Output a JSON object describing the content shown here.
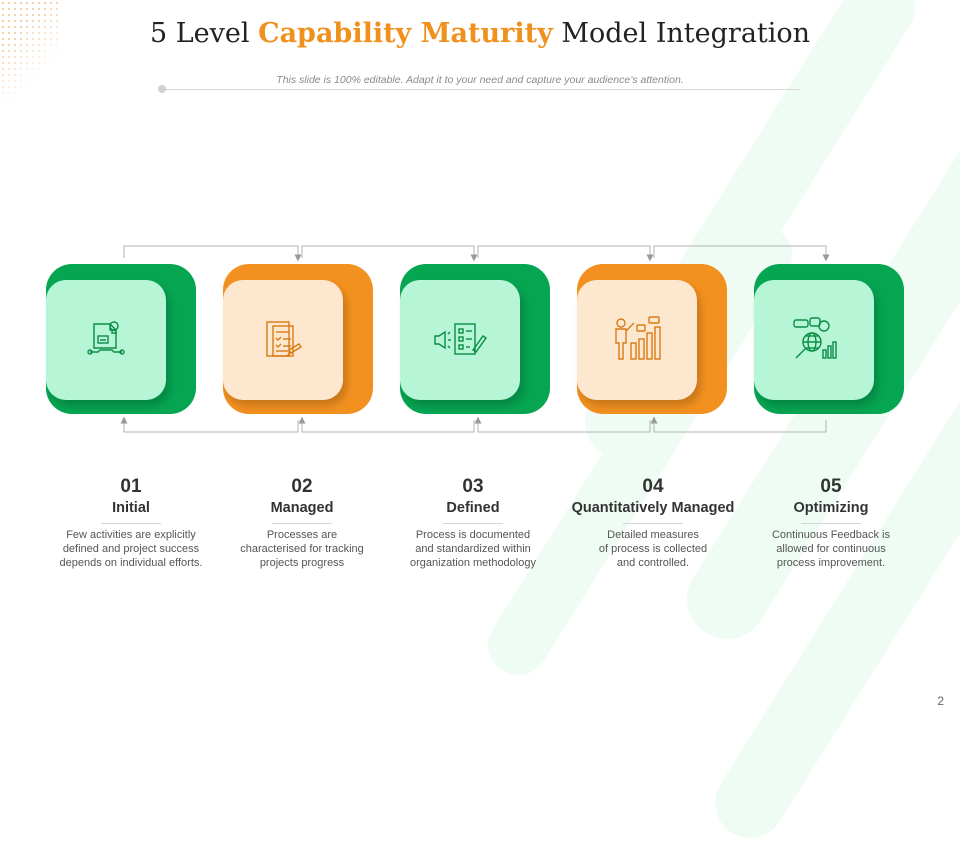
{
  "title": {
    "part1": "5 Level",
    "accent": "Capability Maturity",
    "part2": "Model Integration"
  },
  "subtitle": "This slide is 100% editable. Adapt it to your need and capture your audience’s attention.",
  "colors": {
    "green": "#06a552",
    "orange": "#f39120",
    "green_light": "#b6f5d5",
    "orange_light": "#fde8cf",
    "accent_text": "#f0911e"
  },
  "levels": [
    {
      "number": "01",
      "name": "Initial",
      "description": "Few activities are explicitly\ndefined and project success\ndepends on individual efforts.",
      "icon": "document-lightbulb-wrench-icon",
      "color": "green"
    },
    {
      "number": "02",
      "name": "Managed",
      "description": "Processes are\ncharacterised for tracking\nprojects progress",
      "icon": "checklist-tracking-icon",
      "color": "orange"
    },
    {
      "number": "03",
      "name": "Defined",
      "description": "Process is documented\nand standardized within\norganization methodology",
      "icon": "megaphone-checklist-icon",
      "color": "green"
    },
    {
      "number": "04",
      "name": "Quantitatively  Managed",
      "description": "Detailed measures\nof process is collected\nand controlled.",
      "icon": "presenter-bar-chart-icon",
      "color": "orange"
    },
    {
      "number": "05",
      "name": "Optimizing",
      "description": "Continuous Feedback is\nallowed for continuous\nprocess improvement.",
      "icon": "globe-magnifier-chart-icon",
      "color": "green"
    }
  ],
  "page_number": "2"
}
